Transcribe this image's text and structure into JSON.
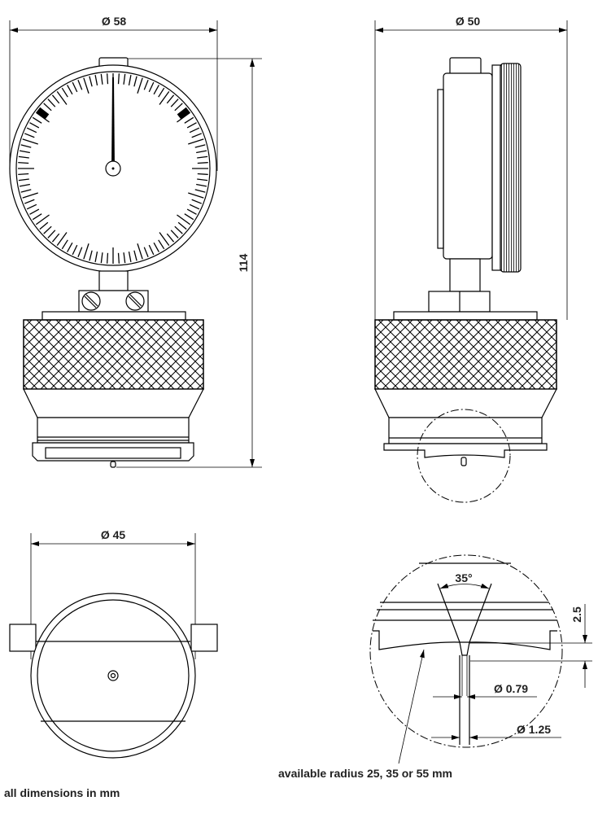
{
  "front_view": {
    "diameter_label": "Ø 58",
    "height_label": "114"
  },
  "side_view": {
    "diameter_label": "Ø 50"
  },
  "bottom_view": {
    "diameter_label": "Ø 45"
  },
  "detail_view": {
    "angle_label": "35°",
    "depth_label": "2.5",
    "tip_diameter_label": "Ø 0.79",
    "indenter_diameter_label": "Ø 1.25",
    "radius_note": "available radius 25, 35 or 55 mm"
  },
  "footer_note": "all dimensions in mm"
}
